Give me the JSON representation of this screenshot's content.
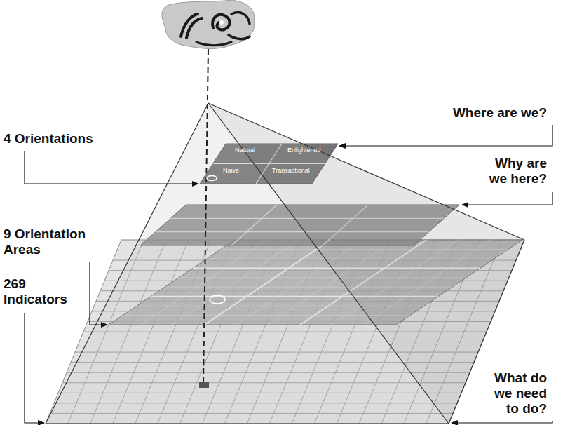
{
  "diagram": {
    "labels": [
      "Where are we?",
      "Why are we here?",
      "What do we need to do?",
      "4 Orientations",
      "9 Orientation Areas",
      "269 Indicators",
      "Natural",
      "Enlightened",
      "Naive",
      "Transactional"
    ]
  }
}
